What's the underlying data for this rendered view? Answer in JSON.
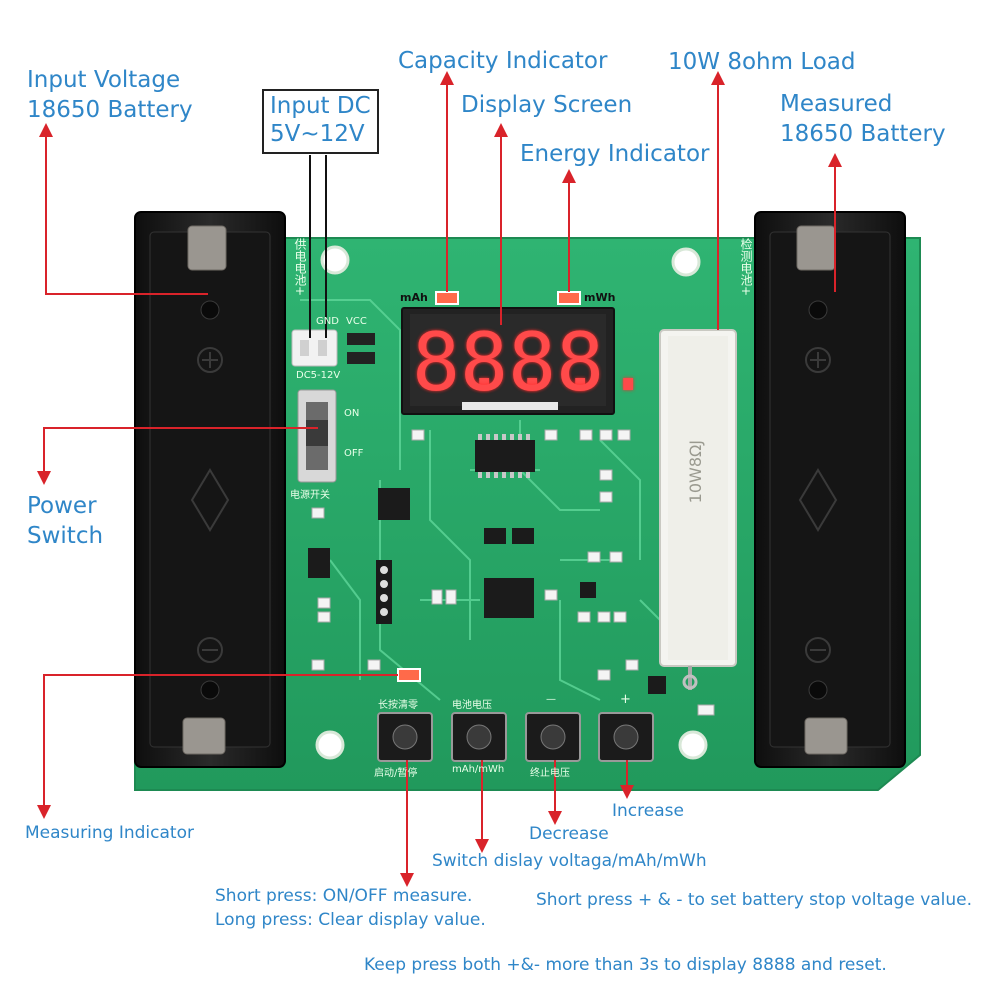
{
  "labels": {
    "input_voltage_line1": "Input Voltage",
    "input_voltage_line2": "18650 Battery",
    "input_dc_line1": "Input DC",
    "input_dc_line2": "5V~12V",
    "capacity_indicator": "Capacity Indicator",
    "display_screen": "Display Screen",
    "energy_indicator": "Energy Indicator",
    "load": "10W 8ohm Load",
    "measured_line1": "Measured",
    "measured_line2": "18650 Battery",
    "power_switch_line1": "Power",
    "power_switch_line2": "Switch",
    "measuring_indicator": "Measuring Indicator",
    "increase": "Increase",
    "decrease": "Decrease",
    "switch_display": "Switch dislay voltaga/mAh/mWh",
    "short_press_onoff": "Short press: ON/OFF measure.",
    "long_press_clear": "Long press: Clear display value.",
    "short_press_plus_minus": "Short press + & - to set battery stop voltage value.",
    "keep_press_both": "Keep press both +&- more than 3s to display 8888 and reset."
  },
  "board": {
    "display_digits": [
      "8.",
      "8.",
      "8.",
      "8."
    ],
    "mah_label": "mAh",
    "mwh_label": "mWh",
    "gnd": "GND",
    "vcc": "VCC",
    "dc_range": "DC5-12V",
    "switch_on": "ON",
    "switch_off": "OFF",
    "power_switch_cn": "电源开关",
    "supply_battery_cn": "供电电池+",
    "test_battery_cn": "检测电池+",
    "btn1_top_cn": "长按清零",
    "btn1_bottom_cn": "启动/暂停",
    "btn2_top_cn": "电池电压",
    "btn2_bottom": "mAh/mWh",
    "btn3_top": "—",
    "btn3_bottom_cn": "终止电压",
    "btn4_top": "+",
    "resistor_print": "10W8ΩJ",
    "colors": {
      "pcb": "#27a868",
      "holder": "#1a1a1a",
      "led_segments": "#ff3b3b",
      "annotation_text": "#2f86c8",
      "arrow": "#d9232a"
    }
  }
}
